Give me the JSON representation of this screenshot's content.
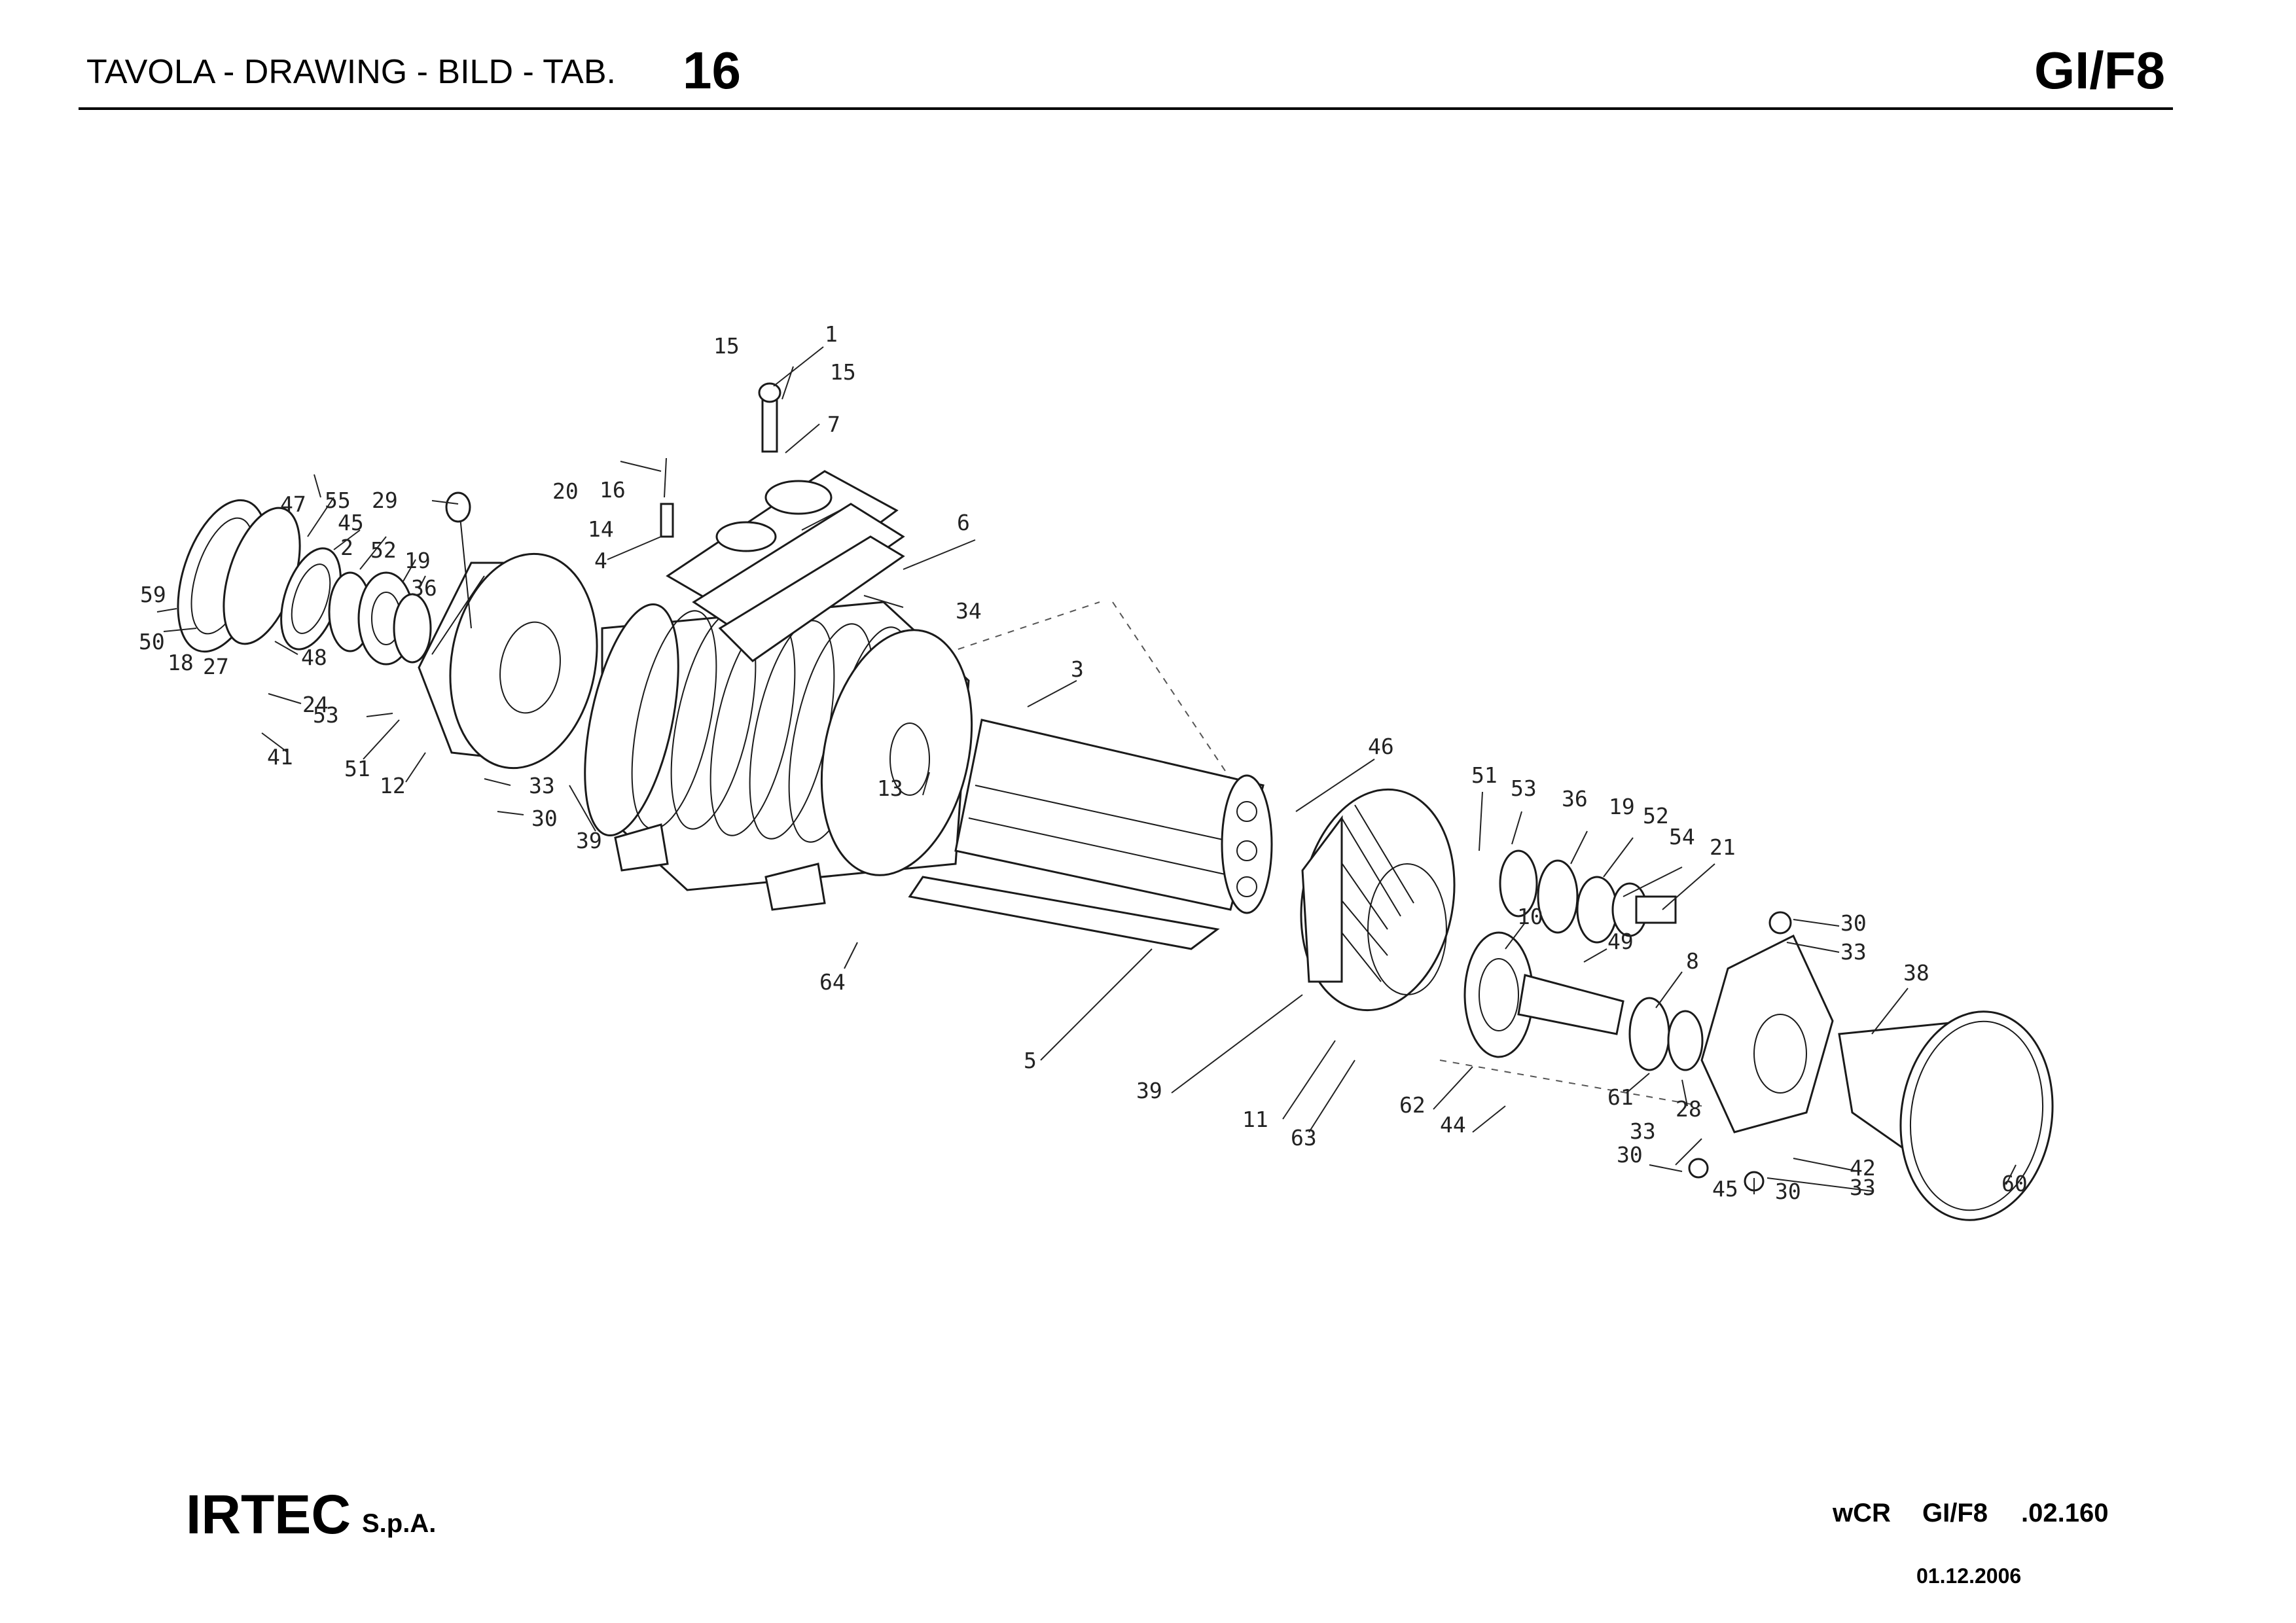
{
  "header": {
    "drawing_label": "TAVOLA - DRAWING - BILD - TAB.",
    "table_number": "16",
    "model_code": "GI/F8"
  },
  "footer": {
    "company": "IRTEC",
    "company_suffix": "S.p.A.",
    "ref_prefix": "wCR",
    "ref_model": "GI/F8",
    "ref_number": ".02.160",
    "date": "01.12.2006"
  },
  "callouts": [
    {
      "id": "c1",
      "text": "1"
    },
    {
      "id": "c15a",
      "text": "15"
    },
    {
      "id": "c15b",
      "text": "15"
    },
    {
      "id": "c7",
      "text": "7"
    },
    {
      "id": "c16",
      "text": "16"
    },
    {
      "id": "c14",
      "text": "14"
    },
    {
      "id": "c4",
      "text": "4"
    },
    {
      "id": "c6",
      "text": "6"
    },
    {
      "id": "c34",
      "text": "34"
    },
    {
      "id": "c20",
      "text": "20"
    },
    {
      "id": "c29",
      "text": "29"
    },
    {
      "id": "c47",
      "text": "47"
    },
    {
      "id": "c55",
      "text": "55"
    },
    {
      "id": "c45a",
      "text": "45"
    },
    {
      "id": "c2",
      "text": "2"
    },
    {
      "id": "c52a",
      "text": "52"
    },
    {
      "id": "c19a",
      "text": "19"
    },
    {
      "id": "c36a",
      "text": "36"
    },
    {
      "id": "c59",
      "text": "59"
    },
    {
      "id": "c50",
      "text": "50"
    },
    {
      "id": "c18",
      "text": "18"
    },
    {
      "id": "c27",
      "text": "27"
    },
    {
      "id": "c48",
      "text": "48"
    },
    {
      "id": "c24",
      "text": "24"
    },
    {
      "id": "c41",
      "text": "41"
    },
    {
      "id": "c53a",
      "text": "53"
    },
    {
      "id": "c51a",
      "text": "51"
    },
    {
      "id": "c12",
      "text": "12"
    },
    {
      "id": "c33a",
      "text": "33"
    },
    {
      "id": "c30a",
      "text": "30"
    },
    {
      "id": "c39a",
      "text": "39"
    },
    {
      "id": "c13",
      "text": "13"
    },
    {
      "id": "c3",
      "text": "3"
    },
    {
      "id": "c64",
      "text": "64"
    },
    {
      "id": "c5",
      "text": "5"
    },
    {
      "id": "c46",
      "text": "46"
    },
    {
      "id": "c39b",
      "text": "39"
    },
    {
      "id": "c11",
      "text": "11"
    },
    {
      "id": "c63",
      "text": "63"
    },
    {
      "id": "c62",
      "text": "62"
    },
    {
      "id": "c44",
      "text": "44"
    },
    {
      "id": "c51b",
      "text": "51"
    },
    {
      "id": "c53b",
      "text": "53"
    },
    {
      "id": "c36b",
      "text": "36"
    },
    {
      "id": "c19b",
      "text": "19"
    },
    {
      "id": "c52b",
      "text": "52"
    },
    {
      "id": "c54",
      "text": "54"
    },
    {
      "id": "c21",
      "text": "21"
    },
    {
      "id": "c10",
      "text": "10"
    },
    {
      "id": "c49",
      "text": "49"
    },
    {
      "id": "c8",
      "text": "8"
    },
    {
      "id": "c61",
      "text": "61"
    },
    {
      "id": "c28",
      "text": "28"
    },
    {
      "id": "c30b",
      "text": "30"
    },
    {
      "id": "c33b",
      "text": "33"
    },
    {
      "id": "c38",
      "text": "38"
    },
    {
      "id": "c33c",
      "text": "33"
    },
    {
      "id": "c30c",
      "text": "30"
    },
    {
      "id": "c45b",
      "text": "45"
    },
    {
      "id": "c30d",
      "text": "30"
    },
    {
      "id": "c42",
      "text": "42"
    },
    {
      "id": "c33d",
      "text": "33"
    },
    {
      "id": "c60",
      "text": "60"
    }
  ]
}
